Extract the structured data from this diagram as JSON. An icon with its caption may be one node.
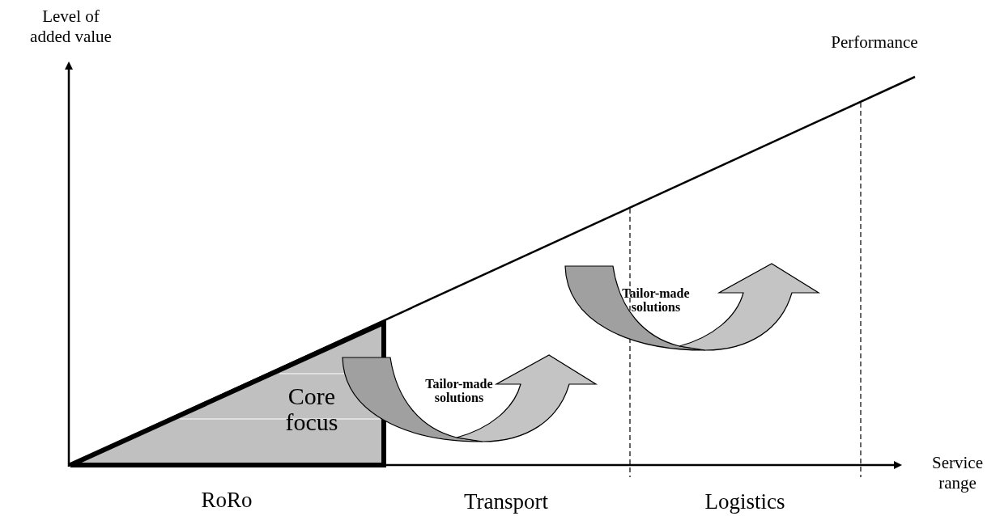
{
  "diagram": {
    "nodes": [
      {
        "text": [
          "Core focus"
        ]
      },
      {
        "text": [
          "Tailor-made solutions"
        ]
      },
      {
        "text": [
          "Tailor-made solutions"
        ]
      }
    ],
    "labels": [
      "Level of added value",
      "Performance",
      "Service range",
      "RoRo",
      "Transport",
      "Logistics"
    ]
  }
}
